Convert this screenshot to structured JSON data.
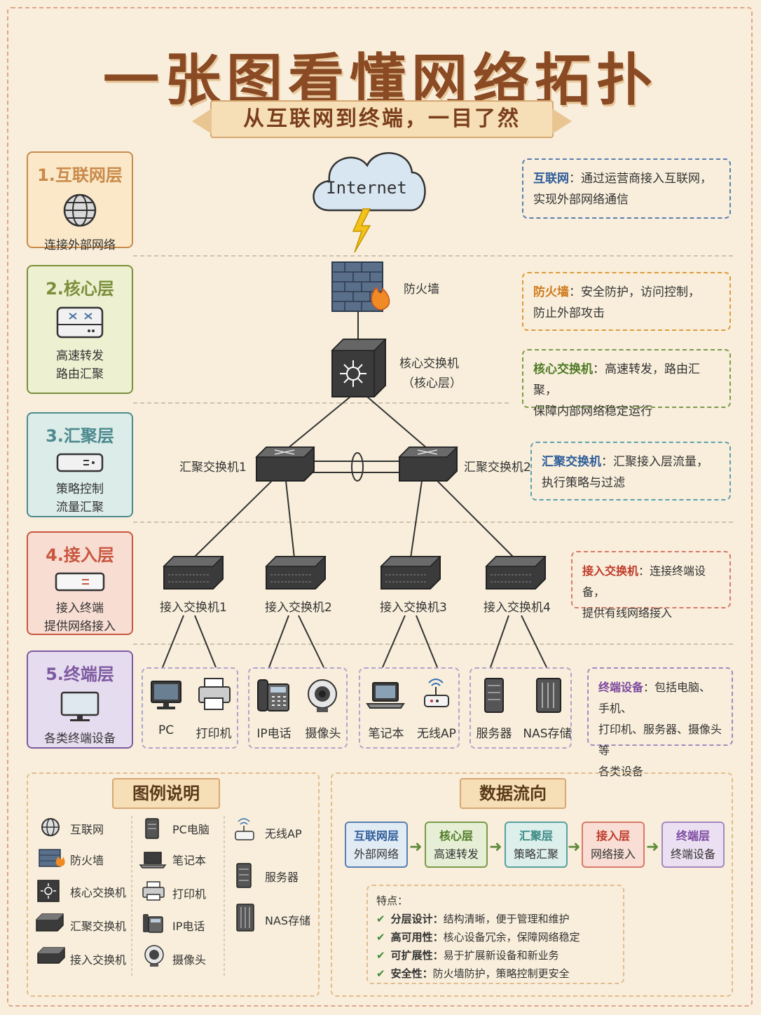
{
  "title": "一张图看懂网络拓扑",
  "subtitle": "从互联网到终端，一目了然",
  "layers": [
    {
      "title": "1.互联网层",
      "desc1": "连接外部网络",
      "desc2": "",
      "color": "#c98a4a",
      "bg": "#fbe8c8"
    },
    {
      "title": "2.核心层",
      "desc1": "高速转发",
      "desc2": "路由汇聚",
      "color": "#7a8f3a",
      "bg": "#eef0d2"
    },
    {
      "title": "3.汇聚层",
      "desc1": "策略控制",
      "desc2": "流量汇聚",
      "color": "#4d8a8f",
      "bg": "#dcece9"
    },
    {
      "title": "4.接入层",
      "desc1": "接入终端",
      "desc2": "提供网络接入",
      "color": "#c9573f",
      "bg": "#f8ddd3"
    },
    {
      "title": "5.终端层",
      "desc1": "各类终端设备",
      "desc2": "",
      "color": "#7d5aa0",
      "bg": "#e6dcef"
    }
  ],
  "cloud_label": "Internet",
  "nodes": {
    "firewall": "防火墙",
    "core_switch_1": "核心交换机",
    "core_switch_2": "（核心层）",
    "agg1": "汇聚交换机1",
    "agg2": "汇聚交换机2",
    "acc1": "接入交换机1",
    "acc2": "接入交换机2",
    "acc3": "接入交换机3",
    "acc4": "接入交换机4"
  },
  "devices": [
    "PC",
    "打印机",
    "IP电话",
    "摄像头",
    "笔记本",
    "无线AP",
    "服务器",
    "NAS存储"
  ],
  "descriptions": [
    {
      "key": "互联网",
      "text": "：通过运营商接入互联网，",
      "text2": "实现外部网络通信",
      "color": "#2f5d9a"
    },
    {
      "key": "防火墙",
      "text": "：安全防护，访问控制，",
      "text2": "防止外部攻击",
      "color": "#d07a1a"
    },
    {
      "key": "核心交换机",
      "text": "：高速转发，路由汇聚，",
      "text2": "保障内部网络稳定运行",
      "color": "#4e7a24"
    },
    {
      "key": "汇聚交换机",
      "text": "：汇聚接入层流量，",
      "text2": "执行策略与过滤",
      "color": "#2f5d9a"
    },
    {
      "key": "接入交换机",
      "text": "：连接终端设备，",
      "text2": "提供有线网络接入",
      "color": "#c03a2a"
    },
    {
      "key": "终端设备",
      "text": "：包括电脑、手机、",
      "text2": "打印机、服务器、摄像头等",
      "text3": "各类设备",
      "color": "#7d4aa0"
    }
  ],
  "legend": {
    "title": "图例说明",
    "col1": [
      "互联网",
      "防火墙",
      "核心交换机",
      "汇聚交换机",
      "接入交换机"
    ],
    "col2": [
      "PC电脑",
      "笔记本",
      "打印机",
      "IP电话",
      "摄像头"
    ],
    "col3": [
      "无线AP",
      "服务器",
      "NAS存储"
    ]
  },
  "flow": {
    "title": "数据流向",
    "steps": [
      {
        "t": "互联网层",
        "d": "外部网络",
        "color": "#2f5d9a",
        "bg": "#e1ebf4"
      },
      {
        "t": "核心层",
        "d": "高速转发",
        "color": "#4e7a24",
        "bg": "#e6efd6"
      },
      {
        "t": "汇聚层",
        "d": "策略汇聚",
        "color": "#3d8a85",
        "bg": "#dcefeb"
      },
      {
        "t": "接入层",
        "d": "网络接入",
        "color": "#c03a2a",
        "bg": "#f8ded5"
      },
      {
        "t": "终端层",
        "d": "终端设备",
        "color": "#7d4aa0",
        "bg": "#ebe0f1"
      }
    ]
  },
  "features": {
    "title": "特点：",
    "items": [
      {
        "k": "分层设计：",
        "v": "结构清晰，便于管理和维护"
      },
      {
        "k": "高可用性：",
        "v": "核心设备冗余，保障网络稳定"
      },
      {
        "k": "可扩展性：",
        "v": "易于扩展新设备和新业务"
      },
      {
        "k": "安全性：",
        "v": "防火墙防护，策略控制更安全"
      }
    ]
  }
}
